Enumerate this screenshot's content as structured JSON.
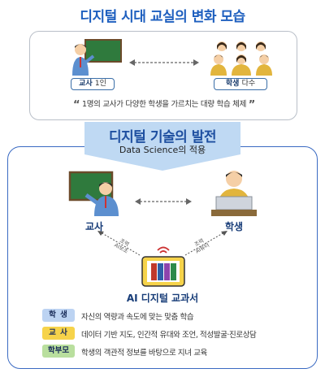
{
  "title": "디지털 시대 교실의 변화 모습",
  "top": {
    "teacher_label": "교사",
    "teacher_count": "1인",
    "students_label": "학생",
    "students_count": "다수",
    "quote_open": "“",
    "quote": "1명의 교사가 다양한 학생을 가르치는 대량 학습 체제",
    "quote_close": "”"
  },
  "band": {
    "title": "디지털 기술의 발전",
    "subtitle": "Data Science의 적용"
  },
  "bottom": {
    "teacher_label": "교사",
    "student_label": "학생",
    "ai_label": "AI 디지털 교과서",
    "left_diag_1": "조력",
    "left_diag_2": "AI보조",
    "right_diag_1": "조력",
    "right_diag_2": "AI튜터"
  },
  "legend": [
    {
      "tag": "학 생",
      "text": "자신의 역량과 속도에 맞는 맞춤 학습",
      "color": "#bcd3f2"
    },
    {
      "tag": "교 사",
      "text": "데이터 기반 지도, 인간적 유대와 조언, 적성발굴·진로상담",
      "color": "#f6d34a"
    },
    {
      "tag": "학부모",
      "text": "학생의 객관적 정보를 바탕으로 지녀 교육",
      "color": "#b9df9e"
    }
  ],
  "colors": {
    "title_blue": "#1e5fbf",
    "band_arrow": "#bfd9f3",
    "panel_border": "#3a6ac2"
  }
}
